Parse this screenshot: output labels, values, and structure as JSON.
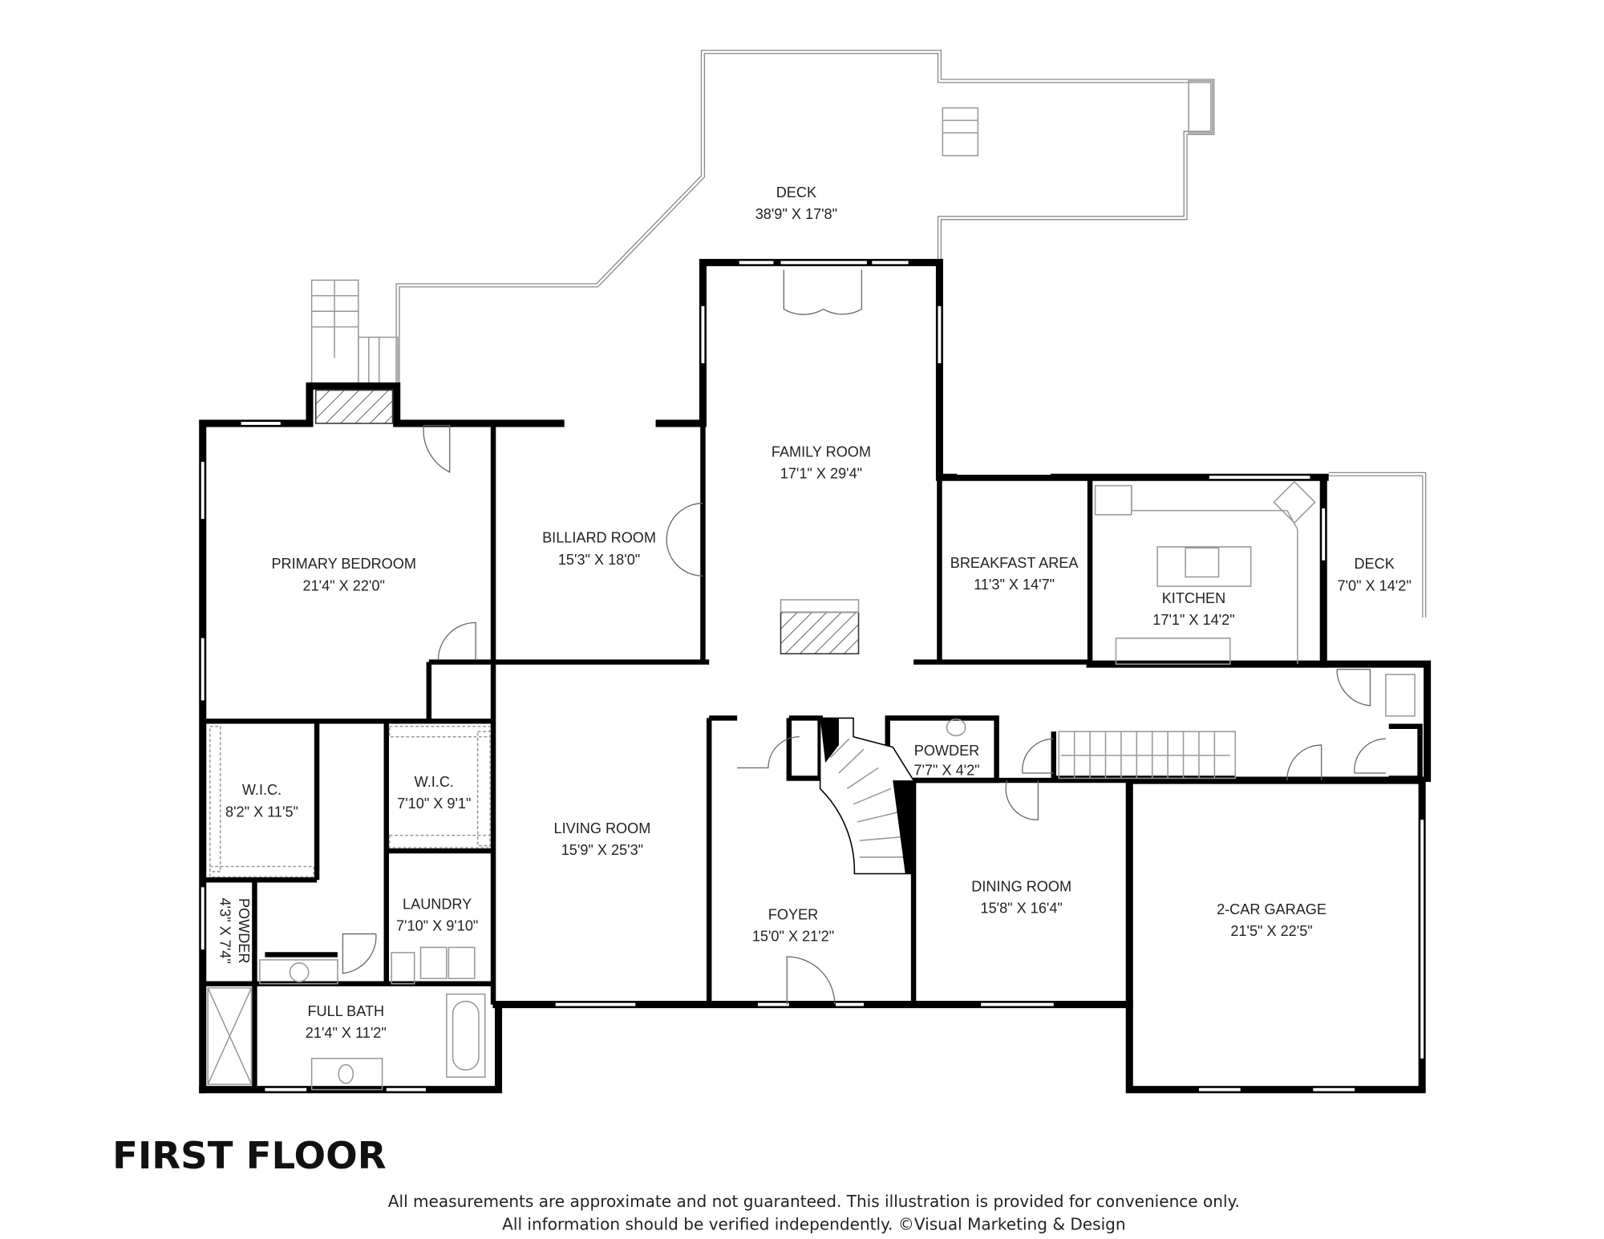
{
  "title": "FIRST FLOOR",
  "disclaimer": {
    "line1": "All measurements are approximate and not guaranteed. This illustration is provided for convenience only.",
    "line2": "All information should be verified independently. ©Visual Marketing & Design"
  },
  "rooms": {
    "deck_main": {
      "name": "DECK",
      "size": "38'9\" X 17'8\""
    },
    "family_room": {
      "name": "FAMILY ROOM",
      "size": "17'1\" X 29'4\""
    },
    "primary_bedroom": {
      "name": "PRIMARY BEDROOM",
      "size": "21'4\" X 22'0\""
    },
    "billiard_room": {
      "name": "BILLIARD ROOM",
      "size": "15'3\" X 18'0\""
    },
    "breakfast_area": {
      "name": "BREAKFAST AREA",
      "size": "11'3\" X 14'7\""
    },
    "kitchen": {
      "name": "KITCHEN",
      "size": "17'1\" X 14'2\""
    },
    "deck_side": {
      "name": "DECK",
      "size": "7'0\" X 14'2\""
    },
    "wic_1": {
      "name": "W.I.C.",
      "size": "8'2\" X 11'5\""
    },
    "wic_2": {
      "name": "W.I.C.",
      "size": "7'10\" X 9'1\""
    },
    "living_room": {
      "name": "LIVING ROOM",
      "size": "15'9\" X 25'3\""
    },
    "powder_center": {
      "name": "POWDER",
      "size": "7'7\" X 4'2\""
    },
    "powder_left": {
      "name": "POWDER",
      "size": "4'3\" X 7'4\""
    },
    "laundry": {
      "name": "LAUNDRY",
      "size": "7'10\" X 9'10\""
    },
    "foyer": {
      "name": "FOYER",
      "size": "15'0\" X 21'2\""
    },
    "dining_room": {
      "name": "DINING ROOM",
      "size": "15'8\" X 16'4\""
    },
    "garage": {
      "name": "2-CAR GARAGE",
      "size": "21'5\" X 22'5\""
    },
    "full_bath": {
      "name": "FULL BATH",
      "size": "21'4\" X 11'2\""
    }
  }
}
